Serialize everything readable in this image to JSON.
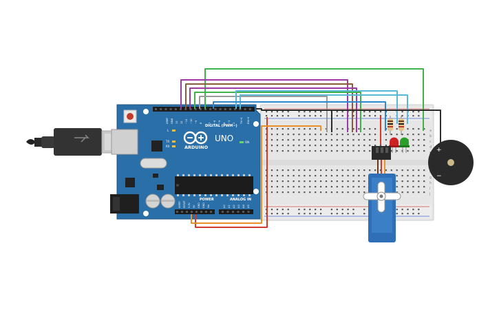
{
  "arduino": {
    "brand": "ARDUINO",
    "model": "UNO",
    "digital_header": "DIGITAL (PWM~)",
    "power_header": "POWER",
    "analog_header": "ANALOG IN",
    "on_led": "ON",
    "l_led": "L",
    "tx_led": "TX",
    "rx_led": "RX",
    "top_pins": [
      "AREF",
      "GND",
      "13",
      "12",
      "~11",
      "~10",
      "~9",
      "8",
      "7",
      "~6",
      "~5",
      "4",
      "~3",
      "2",
      "TX→1",
      "RX←0"
    ],
    "power_pins": [
      "IOREF",
      "RESET",
      "3.3V",
      "5V",
      "GND",
      "GND",
      "Vin"
    ],
    "analog_pins": [
      "A0",
      "A1",
      "A2",
      "A3",
      "A4",
      "A5"
    ]
  },
  "breadboard": {
    "row_letters_top": [
      "a",
      "b",
      "c",
      "d",
      "e"
    ],
    "row_letters_bottom": [
      "f",
      "g",
      "h",
      "i",
      "j"
    ]
  },
  "buzzer": {
    "plus": "+",
    "minus": "−"
  },
  "colors": {
    "board": "#2b6fa8",
    "board_dark": "#1f5683",
    "wire_green": "#3fb34a",
    "wire_purple": "#9b3aa0",
    "wire_brown": "#8a5a3b",
    "wire_cyan": "#58b8d6",
    "wire_gray": "#9a9a9a",
    "wire_blue": "#2f86c9",
    "wire_red": "#d23a2a",
    "wire_orange": "#e8902a",
    "wire_black": "#2b2b2b",
    "led_red": "#cc2222",
    "led_green": "#2aa02a",
    "servo": "#2f6fb8"
  }
}
